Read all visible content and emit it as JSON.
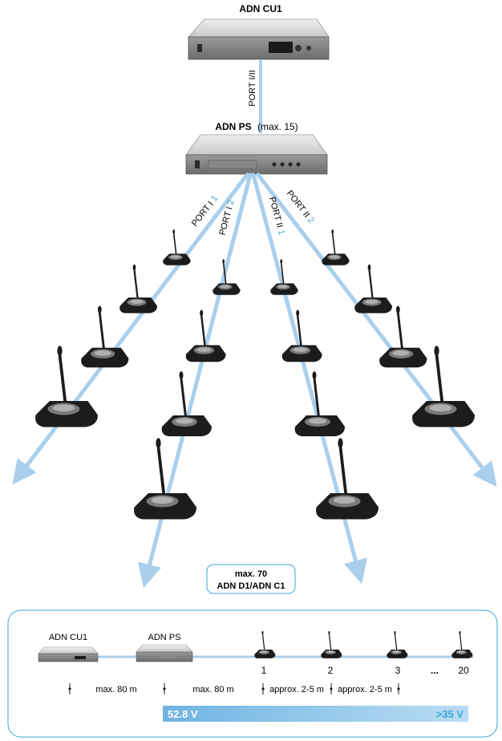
{
  "top_device": {
    "name": "ADN CU1"
  },
  "link_top": {
    "label": "PORT I/II"
  },
  "power_supply": {
    "name": "ADN PS",
    "qualifier": "(max. 15)"
  },
  "ports": [
    {
      "main": "PORT I",
      "num": "1"
    },
    {
      "main": "PORT I",
      "num": "2"
    },
    {
      "main": "PORT II",
      "num": "1"
    },
    {
      "main": "PORT II",
      "num": "2"
    }
  ],
  "max_box": {
    "line1": "max. 70",
    "line2": "ADN D1/ADN C1"
  },
  "chain": {
    "cu_label": "ADN CU1",
    "ps_label": "ADN PS",
    "unit_numbers": [
      "1",
      "2",
      "3",
      "...",
      "20"
    ],
    "distances": [
      "max. 80 m",
      "max. 80 m",
      "approx. 2-5 m",
      "approx. 2-5 m"
    ],
    "voltage_start": "52.8 V",
    "voltage_end": ">35 V"
  },
  "colors": {
    "cable": "#a9cfec",
    "cable_dark": "#7fb6de",
    "accent": "#3da7d8",
    "device": "#d9d9d9",
    "mic": "#1c1c1c"
  }
}
